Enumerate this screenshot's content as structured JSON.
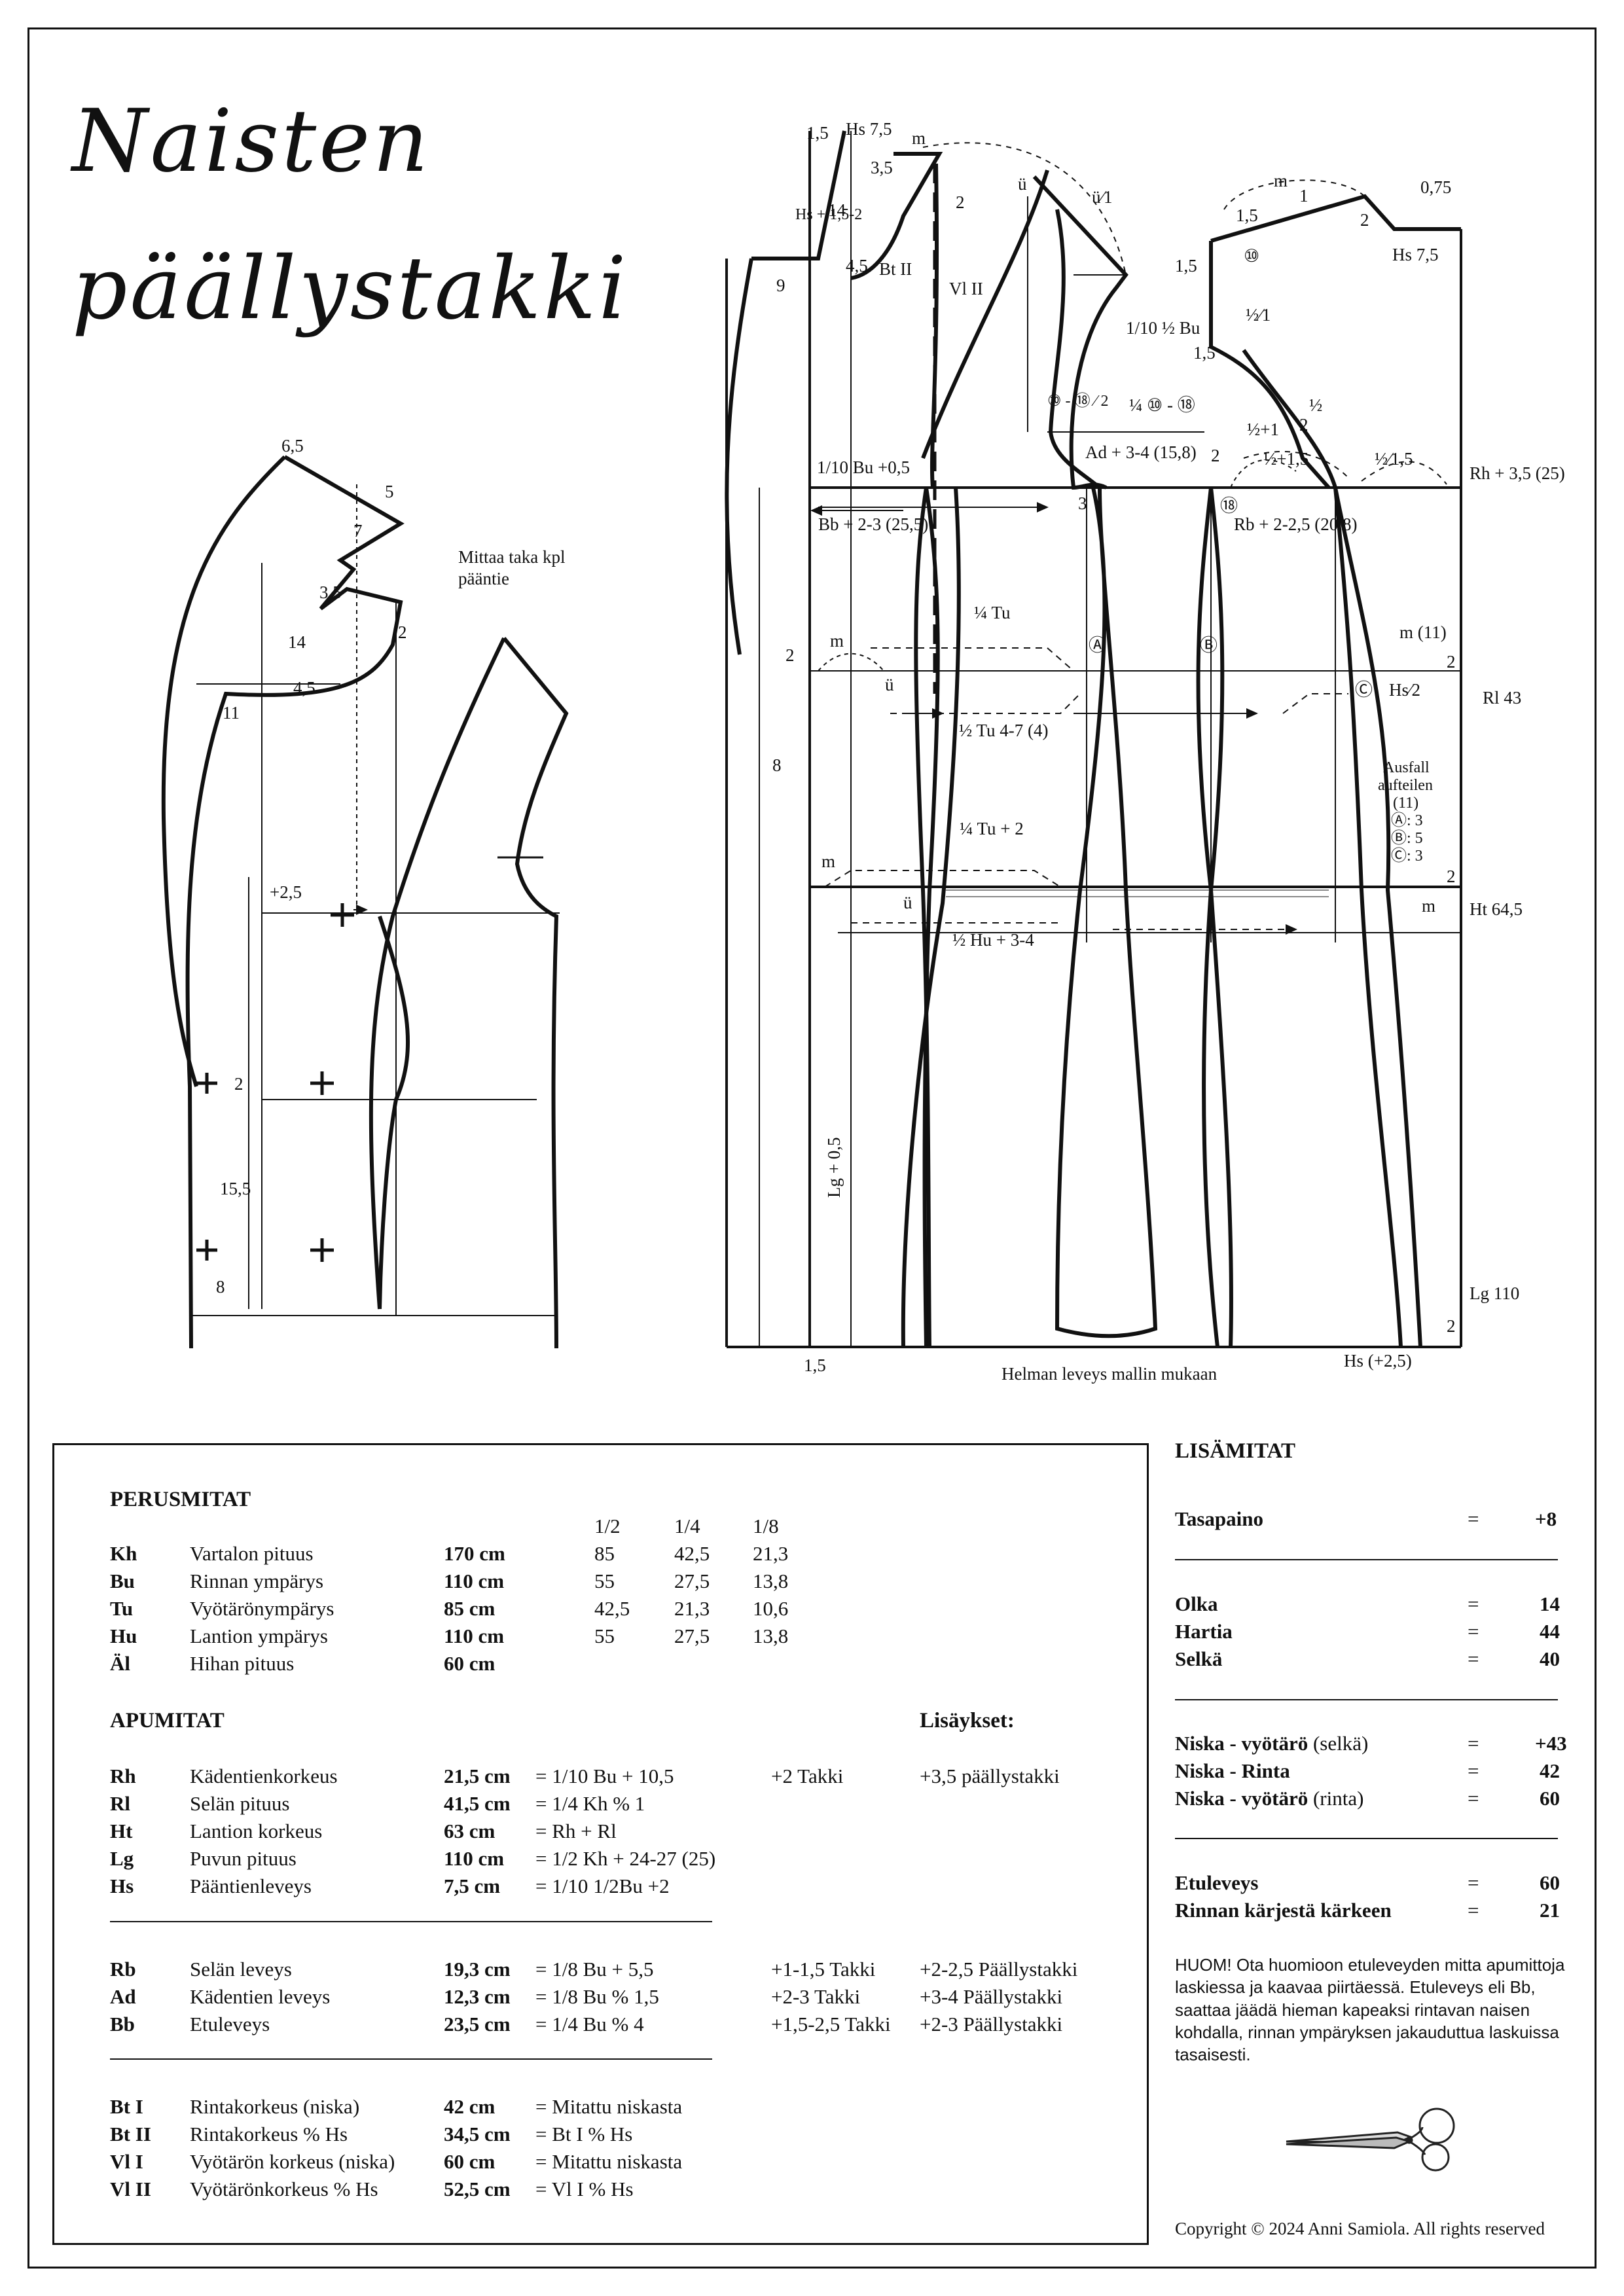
{
  "title": {
    "line1": "Naisten",
    "line2": "päällystakki"
  },
  "back_labels": [
    "6,5",
    "5",
    "7",
    "Mittaa taka kpl",
    "pääntie",
    "3,5",
    "14",
    "4,5",
    "11",
    "2",
    "+2,5",
    "2",
    "15,5",
    "8"
  ],
  "front_labels": [
    "1,5",
    "Hs 7,5",
    "m",
    "Hs + 1,5-2",
    "3,5",
    "14",
    "4,5",
    "Bt II",
    "Vl II",
    "9",
    "ü",
    "ü⁄1",
    "2",
    "1/10 ½ Bu",
    "⑩ - ⑱ ⁄ 2",
    "¼ ⑩ - ⑱",
    "Ad + 3-4 (15,8)",
    "1/10 Bu +0,5",
    "Bb + 2-3 (25,5)",
    "3",
    "2",
    "m",
    "1",
    "1,5",
    "2",
    "0,75",
    "1,5",
    "⑩",
    "Hs 7,5",
    "½⁄1",
    "1,5",
    "½",
    "½+1",
    "2",
    "½+1,5",
    "½⁄1,5",
    "⑱",
    "Rb + 2-2,5 (20,8)",
    "Rh + 3,5 (25)",
    "¼ Tu",
    "2",
    "m",
    "ü",
    "Ⓐ",
    "Ⓑ",
    "½ Tu 4-7 (4)",
    "m (11)",
    "Ⓒ",
    "Hs⁄2",
    "2",
    "Rl 43",
    "8",
    "Ausfall",
    "aufteilen",
    "(11)",
    "Ⓐ: 3",
    "Ⓑ: 5",
    "Ⓒ: 3",
    "¼ Tu + 2",
    "m",
    "ü",
    "m",
    "2",
    "Ht 64,5",
    "½ Hu + 3-4",
    "Lg + 0,5",
    "Lg 110",
    "2",
    "1,5",
    "Helman leveys mallin mukaan",
    "Hs (+2,5)"
  ],
  "perusmitat": {
    "heading": "PERUSMITAT",
    "fraction_headers": [
      "1/2",
      "1/4",
      "1/8"
    ],
    "rows": [
      {
        "code": "Kh",
        "name": "Vartalon pituus",
        "value": "170 cm",
        "f2": "85",
        "f4": "42,5",
        "f8": "21,3"
      },
      {
        "code": "Bu",
        "name": "Rinnan ympärys",
        "value": "110 cm",
        "f2": "55",
        "f4": "27,5",
        "f8": "13,8"
      },
      {
        "code": "Tu",
        "name": "Vyötärönympärys",
        "value": "85 cm",
        "f2": "42,5",
        "f4": "21,3",
        "f8": "10,6"
      },
      {
        "code": "Hu",
        "name": "Lantion ympärys",
        "value": "110 cm",
        "f2": "55",
        "f4": "27,5",
        "f8": "13,8"
      },
      {
        "code": "Äl",
        "name": "Hihan pituus",
        "value": "60 cm",
        "f2": "",
        "f4": "",
        "f8": ""
      }
    ]
  },
  "apumitat": {
    "heading": "APUMITAT",
    "additions_heading": "Lisäykset:",
    "groups": [
      [
        {
          "code": "Rh",
          "name": "Kädentienkorkeus",
          "value": "21,5 cm",
          "formula": "= 1/10 Bu + 10,5",
          "add1": "+2 Takki",
          "add2": "+3,5 päällystakki"
        },
        {
          "code": "Rl",
          "name": "Selän pituus",
          "value": "41,5 cm",
          "formula": "= 1/4 Kh % 1",
          "add1": "",
          "add2": ""
        },
        {
          "code": "Ht",
          "name": "Lantion korkeus",
          "value": "63 cm",
          "formula": "= Rh + Rl",
          "add1": "",
          "add2": ""
        },
        {
          "code": "Lg",
          "name": "Puvun pituus",
          "value": "110 cm",
          "formula": "= 1/2 Kh + 24-27 (25)",
          "add1": "",
          "add2": ""
        },
        {
          "code": "Hs",
          "name": "Pääntienleveys",
          "value": "7,5 cm",
          "formula": "= 1/10 1/2Bu +2",
          "add1": "",
          "add2": ""
        }
      ],
      [
        {
          "code": "Rb",
          "name": "Selän leveys",
          "value": "19,3 cm",
          "formula": "= 1/8 Bu + 5,5",
          "add1": "+1-1,5 Takki",
          "add2": "+2-2,5 Päällystakki"
        },
        {
          "code": "Ad",
          "name": "Kädentien leveys",
          "value": "12,3 cm",
          "formula": "= 1/8 Bu % 1,5",
          "add1": "+2-3 Takki",
          "add2": "+3-4 Päällystakki"
        },
        {
          "code": "Bb",
          "name": "Etuleveys",
          "value": "23,5 cm",
          "formula": "= 1/4 Bu % 4",
          "add1": "+1,5-2,5 Takki",
          "add2": "+2-3 Päällystakki"
        }
      ],
      [
        {
          "code": "Bt I",
          "name": "Rintakorkeus (niska)",
          "value": "42 cm",
          "formula": "= Mitattu niskasta",
          "add1": "",
          "add2": ""
        },
        {
          "code": "Bt II",
          "name": "Rintakorkeus % Hs",
          "value": "34,5 cm",
          "formula": "= Bt I % Hs",
          "add1": "",
          "add2": ""
        },
        {
          "code": "Vl I",
          "name": "Vyötärön korkeus (niska)",
          "value": "60 cm",
          "formula": "= Mitattu niskasta",
          "add1": "",
          "add2": ""
        },
        {
          "code": "Vl II",
          "name": "Vyötärönkorkeus % Hs",
          "value": "52,5 cm",
          "formula": "= Vl I % Hs",
          "add1": "",
          "add2": ""
        }
      ]
    ]
  },
  "lisamitat": {
    "heading": "LISÄMITAT",
    "groups": [
      [
        {
          "name": "Tasapaino",
          "suffix": "",
          "eq": "=",
          "value": "+8"
        }
      ],
      [
        {
          "name": "Olka",
          "suffix": "",
          "eq": "=",
          "value": "14"
        },
        {
          "name": "Hartia",
          "suffix": "",
          "eq": "=",
          "value": "44"
        },
        {
          "name": "Selkä",
          "suffix": "",
          "eq": "=",
          "value": "40"
        }
      ],
      [
        {
          "name": "Niska - vyötärö",
          "suffix": " (selkä)",
          "eq": "=",
          "value": "+43"
        },
        {
          "name": "Niska - Rinta",
          "suffix": "",
          "eq": "=",
          "value": "42"
        },
        {
          "name": "Niska - vyötärö",
          "suffix": " (rinta)",
          "eq": "=",
          "value": "60"
        }
      ],
      [
        {
          "name": "Etuleveys",
          "suffix": "",
          "eq": "=",
          "value": "60"
        },
        {
          "name": "Rinnan kärjestä kärkeen",
          "suffix": "",
          "eq": "=",
          "value": "21"
        }
      ]
    ],
    "note": "HUOM! Ota huomioon etuleveyden mitta apumittoja laskiessa ja kaavaa piirtäessä. Etuleveys eli Bb, saattaa jäädä hieman kapeaksi rintavan naisen kohdalla, rinnan ympäryksen jakauduttua laskuissa tasaisesti."
  },
  "copyright": "Copyright © 2024 Anni Samiola. All rights reserved"
}
